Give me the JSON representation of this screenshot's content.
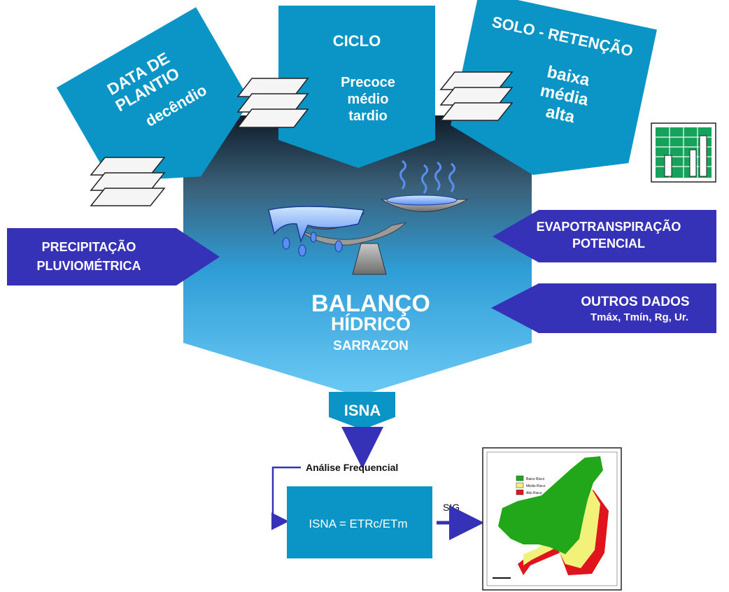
{
  "cards": {
    "data_plantio": {
      "line1": "DATA DE",
      "line2": "PLANTIO",
      "sub": "decêndio"
    },
    "ciclo": {
      "title": "CICLO",
      "items": [
        "Precoce",
        "médio",
        "tardio"
      ]
    },
    "solo": {
      "title": "SOLO - RETENÇÃO",
      "items": [
        "baixa",
        "média",
        "alta"
      ]
    }
  },
  "inputs": {
    "precipitacao": {
      "line1": "PRECIPITAÇÃO",
      "line2": "PLUVIOMÉTRICA"
    },
    "evapotranspiracao": {
      "line1": "EVAPOTRANSPIRAÇÃO",
      "line2": "POTENCIAL"
    },
    "outros": {
      "line1": "OUTROS  DADOS",
      "line2": "Tmáx, Tmín, Rg, Ur."
    }
  },
  "center": {
    "line1": "BALANÇO",
    "line2": "HÍDRICO",
    "line3": "SARRAZON"
  },
  "isna_label": "ISNA",
  "analysis": {
    "label": "Análise Frequencial",
    "formula": "ISNA = ETRc/ETm",
    "sig": "SIG"
  },
  "map": {
    "legend": [
      "Baixo Risco",
      "Médio Risco",
      "Alto Risco"
    ],
    "legend_colors": [
      "#22a61a",
      "#f2f27a",
      "#e0141c"
    ]
  },
  "colors": {
    "card": "#0b95c6",
    "arrow": "#3632b8",
    "formula_box": "#0b95c6"
  }
}
